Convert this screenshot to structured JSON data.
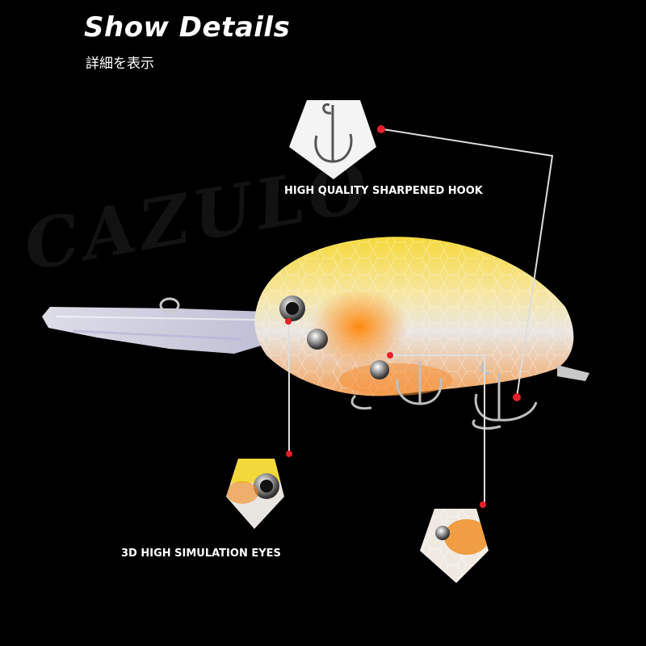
{
  "header": {
    "title": "Show Details",
    "subtitle": "詳細を表示"
  },
  "callouts": {
    "hook": "HIGH QUALITY SHARPENED HOOK",
    "eyes": "3D HIGH SIMULATION EYES"
  },
  "watermark": "CAZULO",
  "colors": {
    "background": "#000000",
    "accent_dot": "#e8202a",
    "body_yellow": "#f2d83a",
    "belly_orange": "#f08a1c"
  }
}
